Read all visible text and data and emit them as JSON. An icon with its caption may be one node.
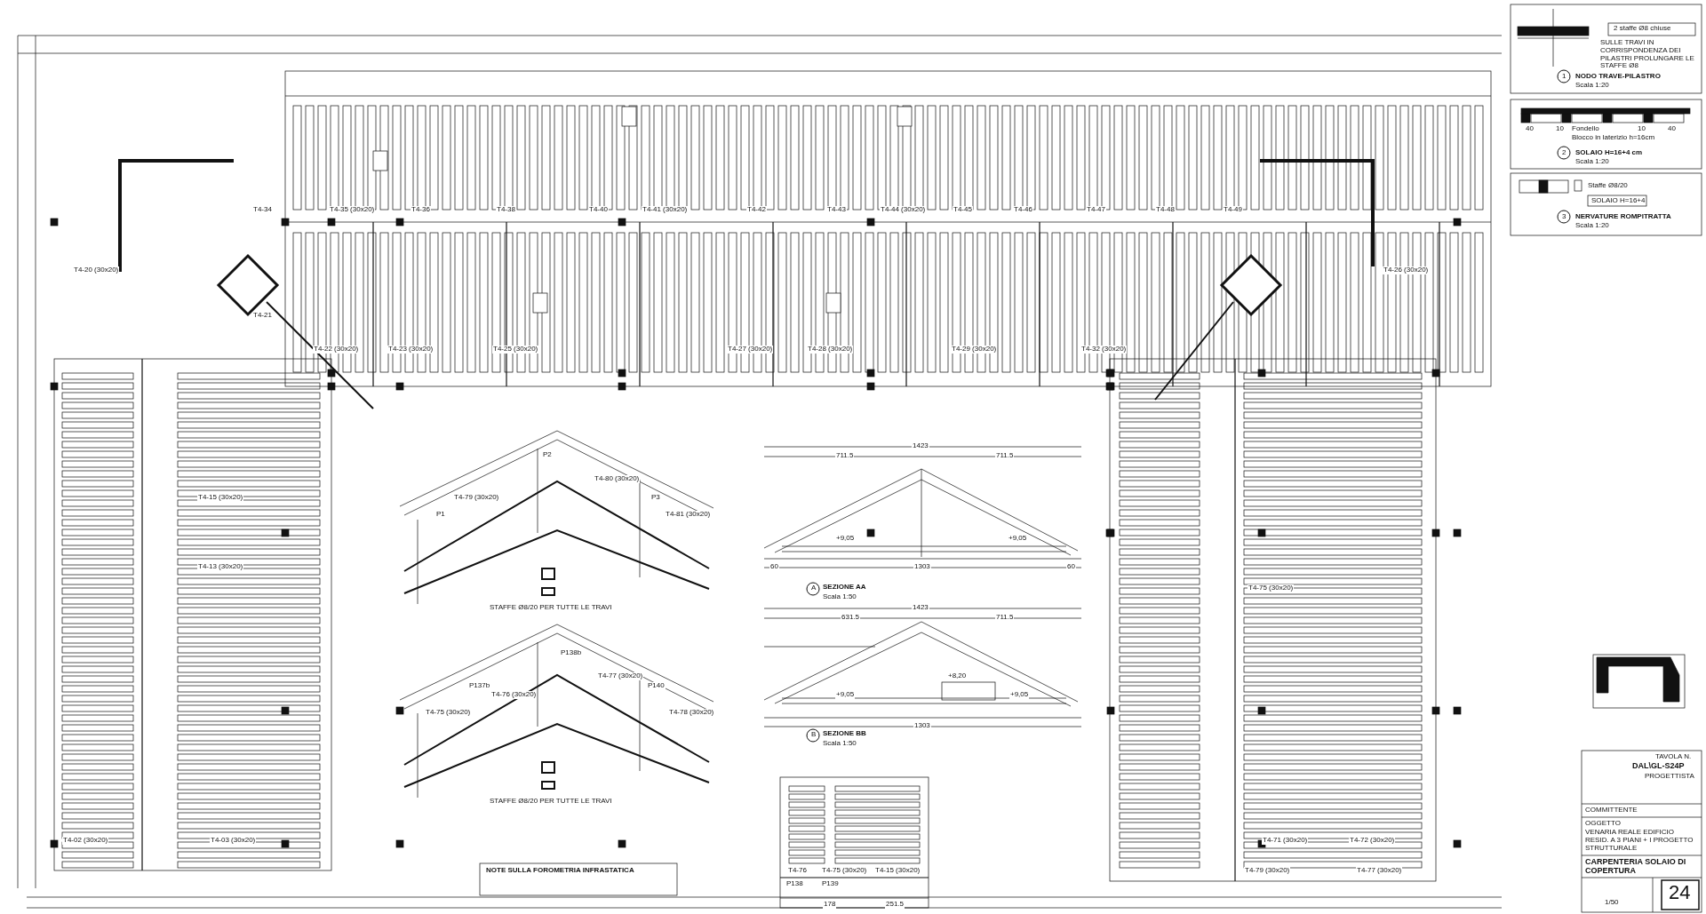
{
  "diagram": {
    "labels": [
      "2 staffe Ø8 chiuse",
      "SULLE TRAVI IN CORRISPONDENZA DEI PILASTRI PROLUNGARE LE STAFFE Ø8",
      "1",
      "NODO TRAVE-PILASTRO",
      "Scala 1:20",
      "40",
      "10",
      "Fondello",
      "10",
      "40",
      "Blocco in laterizio h=16cm",
      "2",
      "SOLAIO H=16+4 cm",
      "Scala 1:20",
      "Staffe Ø8/20",
      "SOLAIO H=16+4",
      "T4-34",
      "T4-35 (30x20)",
      "T4-36",
      "T4-38",
      "T4-40",
      "T4-41 (30x20)",
      "T4-42",
      "T4-43",
      "T4-44 (30x20)",
      "T4-45",
      "T4-46",
      "T4-47",
      "T4-48",
      "T4-49",
      "3",
      "NERVATURE ROMPITRATTA",
      "Scala 1:20",
      "T4-20 (30x20)",
      "T4-26 (30x20)",
      "T4-21",
      "T4-22 (30x20)",
      "T4-23 (30x20)",
      "T4-25 (30x20)",
      "T4-27 (30x20)",
      "T4-28 (30x20)",
      "T4-29 (30x20)",
      "T4-32 (30x20)",
      "1423",
      "P2",
      "711.5",
      "711.5",
      "T4-80 (30x20)",
      "T4-15 (30x20)",
      "T4-79 (30x20)",
      "P3",
      "P1",
      "T4-81 (30x20)",
      "+9,05",
      "+9,05",
      "T4-13 (30x20)",
      "60",
      "1303",
      "60",
      "A",
      "SEZIONE AA",
      "T4-75 (30x20)",
      "Scala 1:50",
      "STAFFE Ø8/20 PER TUTTE LE TRAVI",
      "1423",
      "631.5",
      "711.5",
      "P138b",
      "T4-77 (30x20)",
      "+8,20",
      "P137b",
      "P140",
      "T4-76 (30x20)",
      "+9,05",
      "+9,05",
      "T4-75 (30x20)",
      "T4-78 (30x20)",
      "1303",
      "B",
      "SEZIONE BB",
      "Scala 1:50",
      "TAVOLA N.",
      "DAL\\GL-S24P",
      "PROGETTISTA",
      "STAFFE Ø8/20 PER TUTTE LE TRAVI",
      "COMMITTENTE",
      "OGGETTO",
      "T4-02 (30x20)",
      "T4-03 (30x20)",
      "T4-71 (30x20)",
      "T4-72 (30x20)",
      "VENARIA REALE EDIFICIO RESID. A 3 PIANI + I PROGETTO STRUTTURALE",
      "NOTE SULLA FOROMETRIA INFRASTATICA",
      "T4-76",
      "T4-75 (30x20)",
      "T4-15 (30x20)",
      "T4-79 (30x20)",
      "T4-77 (30x20)",
      "CARPENTERIA SOLAIO DI COPERTURA",
      "P138",
      "P139",
      "178",
      "251.5",
      "1/50",
      "24"
    ]
  }
}
